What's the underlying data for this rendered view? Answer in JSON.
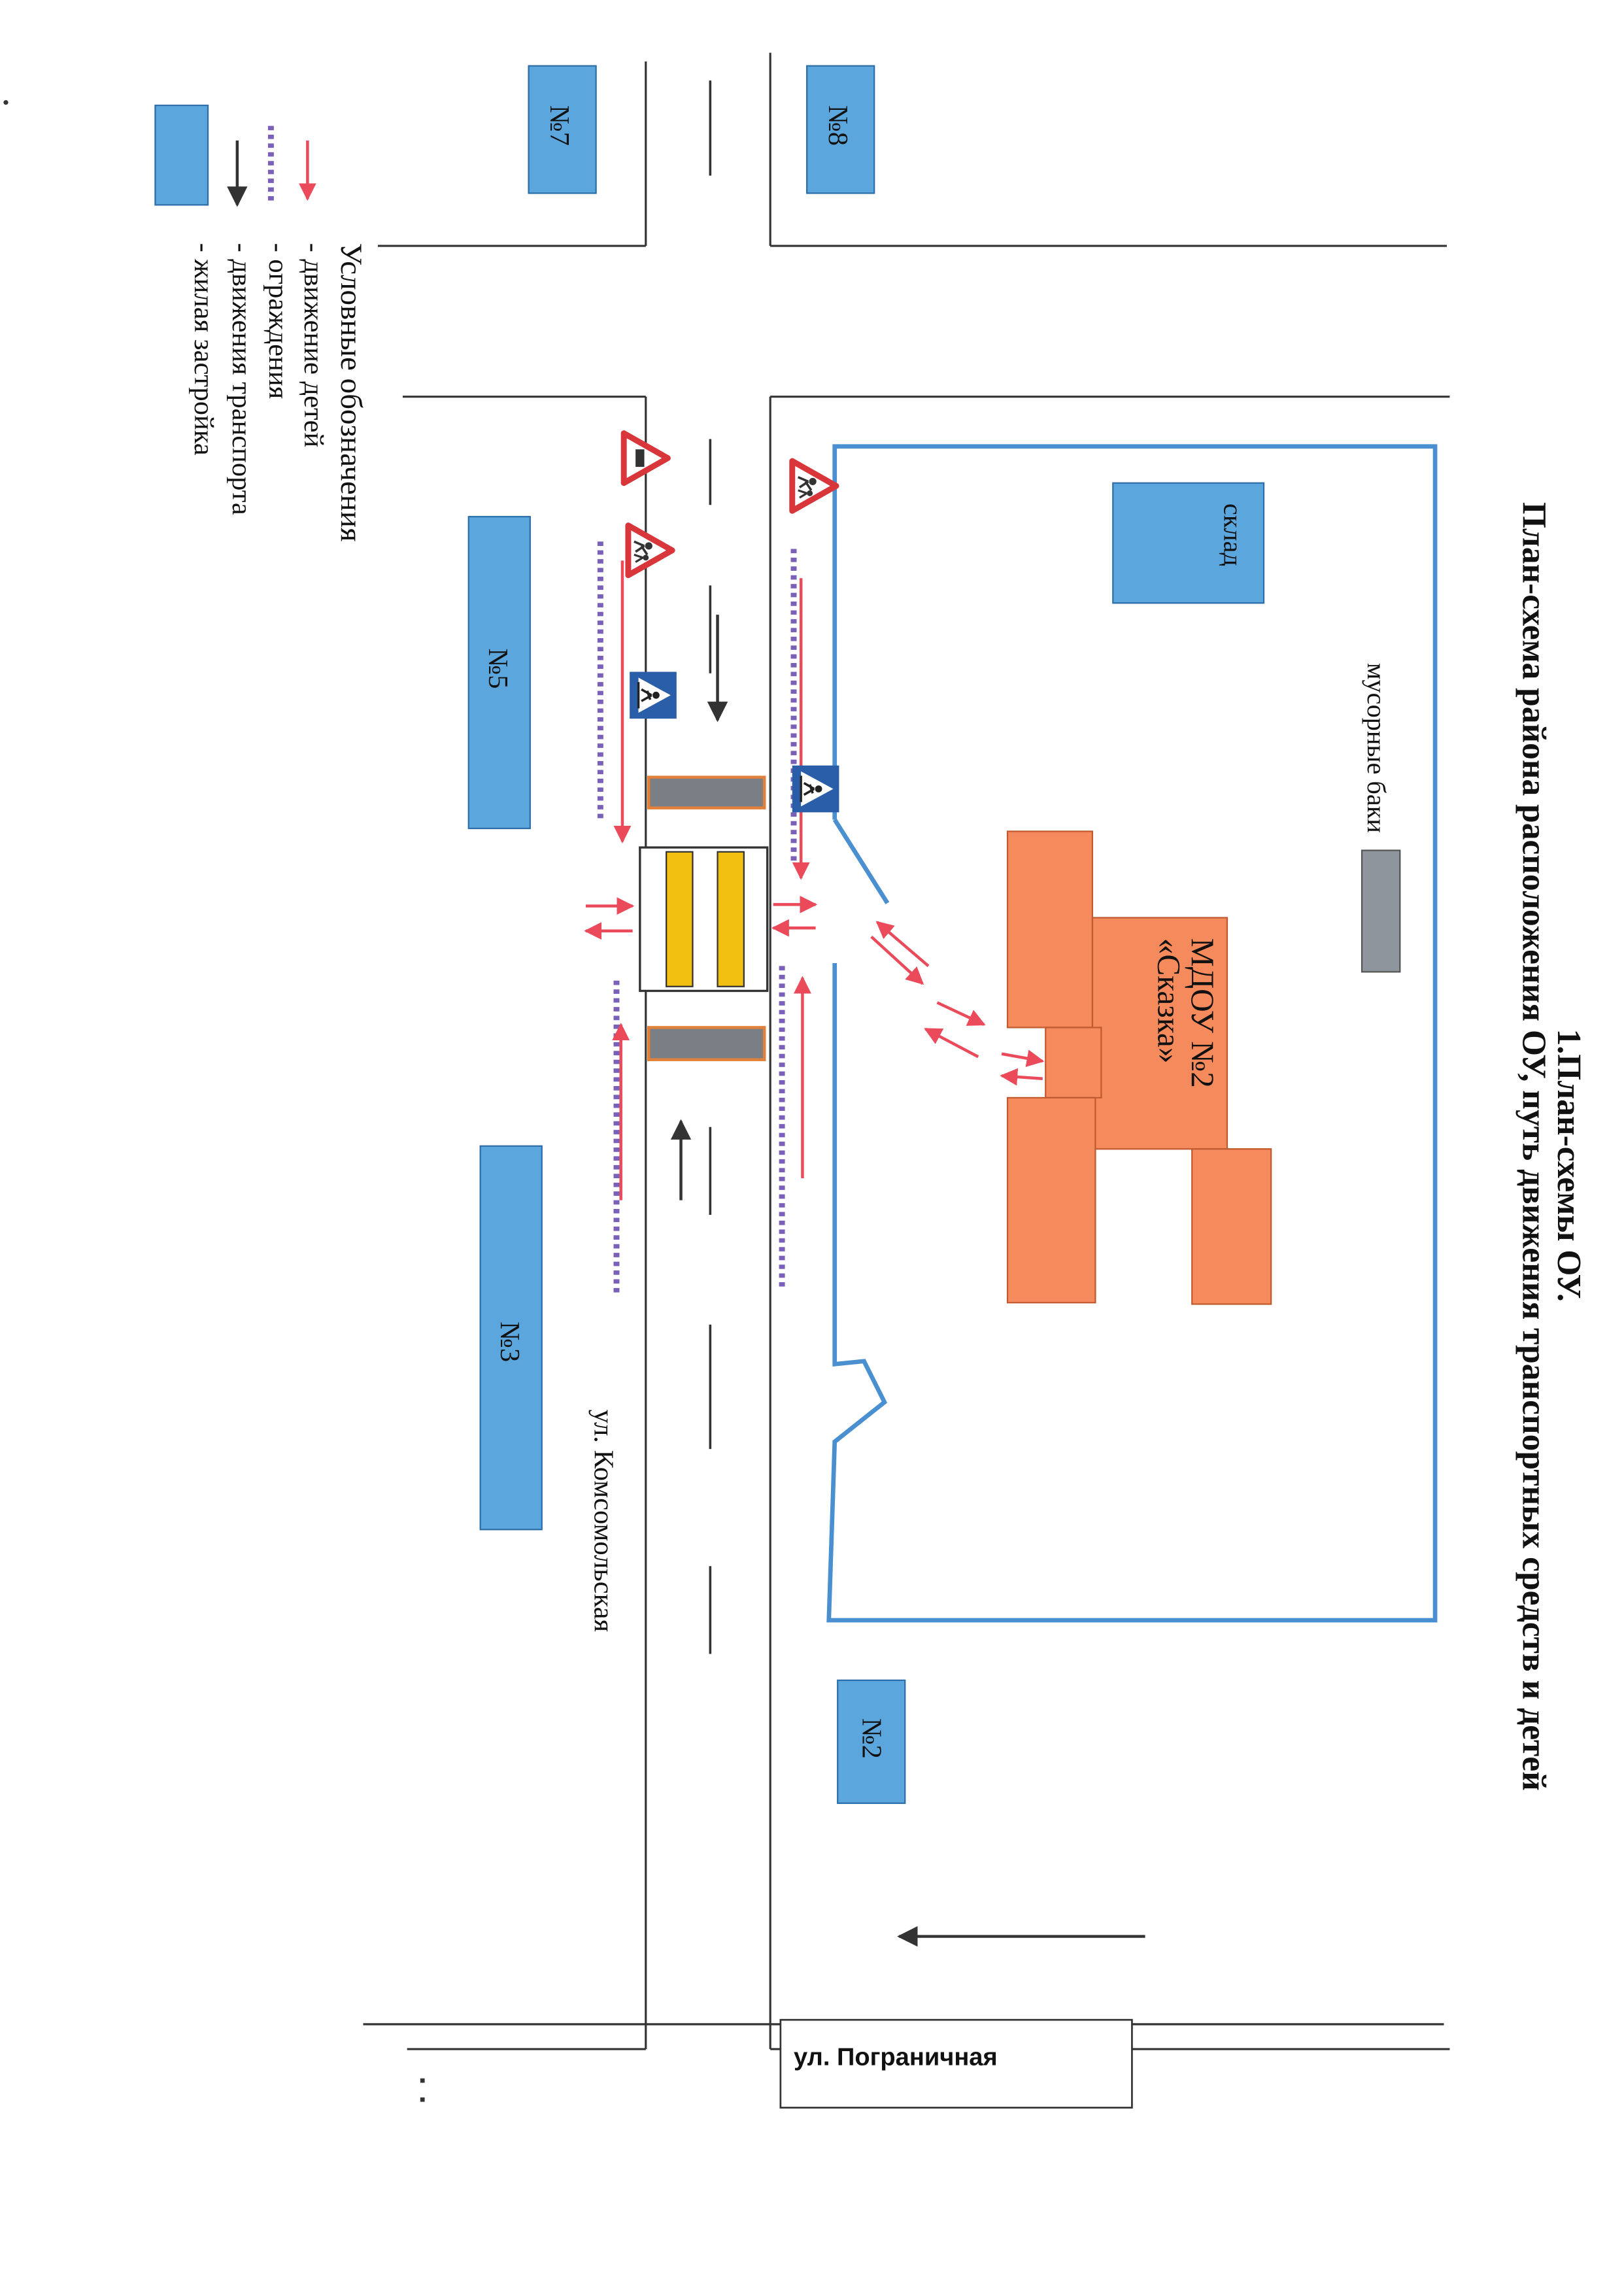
{
  "title": {
    "main": "1.План-схемы ОУ.",
    "sub": "План-схема района расположения ОУ, путь движения транспортных средств и детей"
  },
  "legend": {
    "heading": "Условные обозначения",
    "items": [
      "- движение детей",
      "- ограждения",
      "- движения транспорта",
      "- жилая застройка"
    ]
  },
  "buildings": {
    "kindergarten": [
      "МДОУ №2",
      "«Сказка»"
    ],
    "warehouse": "склад",
    "bins": "мусорные баки",
    "house_2": "№2",
    "house_3": "№3",
    "house_5": "№5",
    "house_7": "№7",
    "house_8": "№8"
  },
  "streets": {
    "komsomolskaya": "ул. Комсомольская",
    "pogranichnaya": "ул. Пограничная"
  },
  "colors": {
    "residential": "#5ba7dd",
    "kindergarten": "#f58b5c",
    "fence": "#7a60b8",
    "children_path": "#ea4a5a",
    "vehicle_path": "#333333",
    "crossing_yellow": "#f2c010",
    "bins": "#8f959d",
    "territory_border": "#4a90d0",
    "sign_blue": "#2a5ea9",
    "sign_red": "#d8363b"
  },
  "signs": [
    "children-warning-sign",
    "pedestrian-crossing-sign"
  ]
}
